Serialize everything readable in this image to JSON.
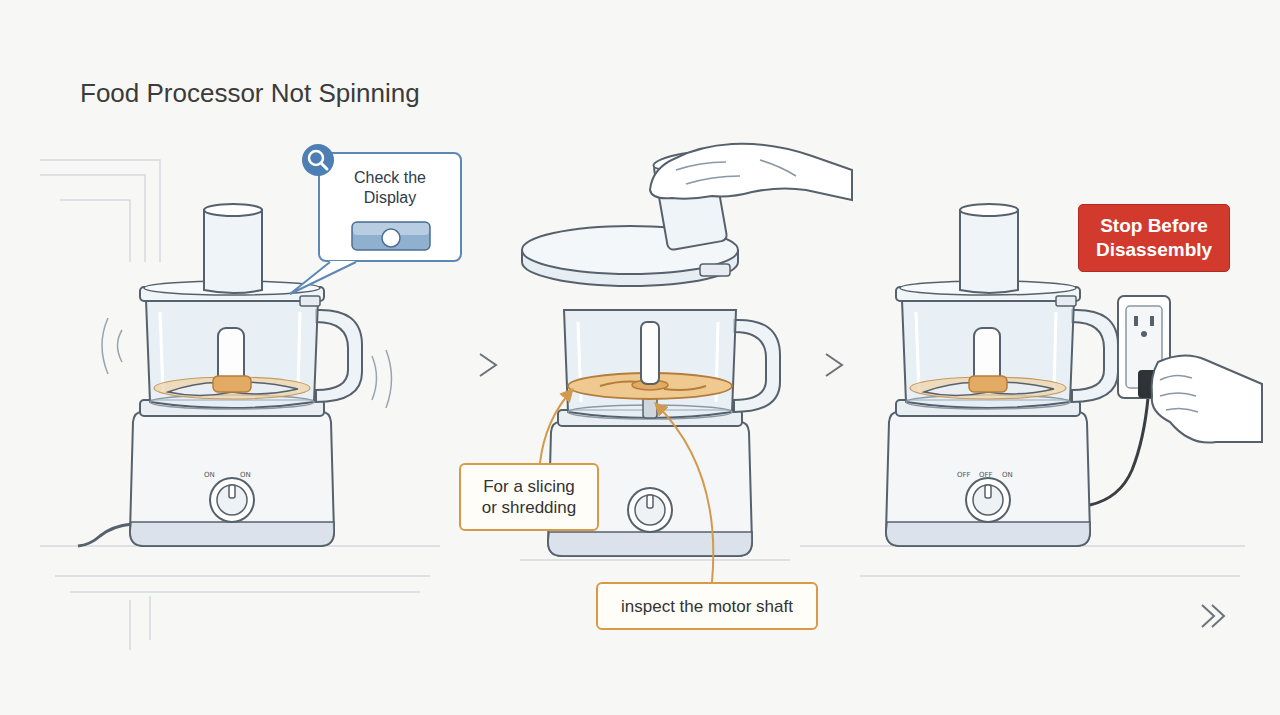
{
  "diagram": {
    "title": "Food Processor Not Spinning",
    "nodes": [
      {
        "text": [
          "Check the Display"
        ]
      },
      {
        "text": [
          "For a slicing or shredding"
        ]
      },
      {
        "text": [
          "inspect the motor shaft"
        ]
      },
      {
        "text": [
          "Stop Before Disassembly"
        ]
      }
    ],
    "labels": [
      "ON",
      "ON",
      "OFF",
      "OFF",
      "ON"
    ]
  }
}
